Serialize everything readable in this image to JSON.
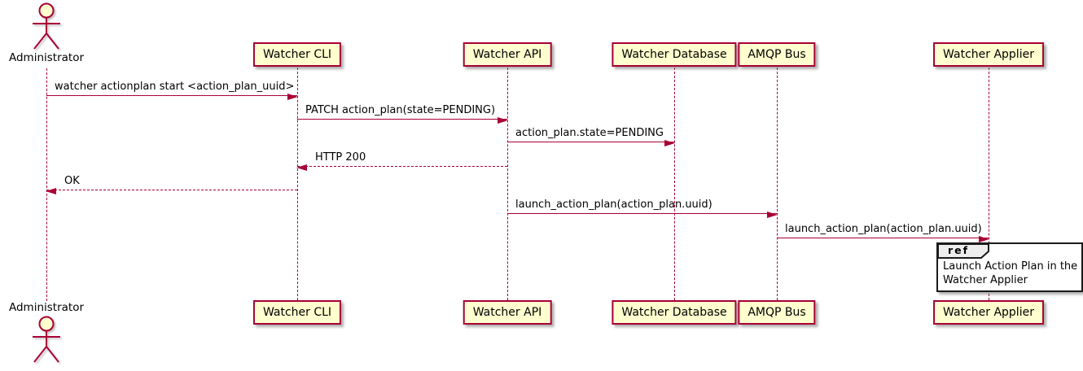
{
  "diagram": {
    "type": "sequence-diagram",
    "actor": {
      "name": "Administrator"
    },
    "participants": [
      {
        "name": "Watcher CLI"
      },
      {
        "name": "Watcher API"
      },
      {
        "name": "Watcher Database"
      },
      {
        "name": "AMQP Bus"
      },
      {
        "name": "Watcher Applier"
      }
    ],
    "messages": [
      {
        "from": "Administrator",
        "to": "Watcher CLI",
        "label": "watcher actionplan start <action_plan_uuid>",
        "style": "solid"
      },
      {
        "from": "Watcher CLI",
        "to": "Watcher API",
        "label": "PATCH action_plan(state=PENDING)",
        "style": "solid"
      },
      {
        "from": "Watcher API",
        "to": "Watcher Database",
        "label": "action_plan.state=PENDING",
        "style": "solid"
      },
      {
        "from": "Watcher API",
        "to": "Watcher CLI",
        "label": "HTTP 200",
        "style": "dashed"
      },
      {
        "from": "Watcher CLI",
        "to": "Administrator",
        "label": "OK",
        "style": "dashed"
      },
      {
        "from": "Watcher API",
        "to": "AMQP Bus",
        "label": "launch_action_plan(action_plan.uuid)",
        "style": "solid"
      },
      {
        "from": "AMQP Bus",
        "to": "Watcher Applier",
        "label": "launch_action_plan(action_plan.uuid)",
        "style": "solid"
      }
    ],
    "ref_fragment": {
      "keyword": "ref",
      "line1": "Launch Action Plan in the",
      "line2": "Watcher Applier"
    },
    "colors": {
      "participant_fill": "#FEFECE",
      "participant_border": "#A80036",
      "arrow": "#A80036",
      "lifeline": "#A80036",
      "ref_border": "#1B1B1B",
      "ref_header_fill": "#EEEEEE",
      "text": "#000000",
      "background": "#FFFFFF"
    }
  }
}
